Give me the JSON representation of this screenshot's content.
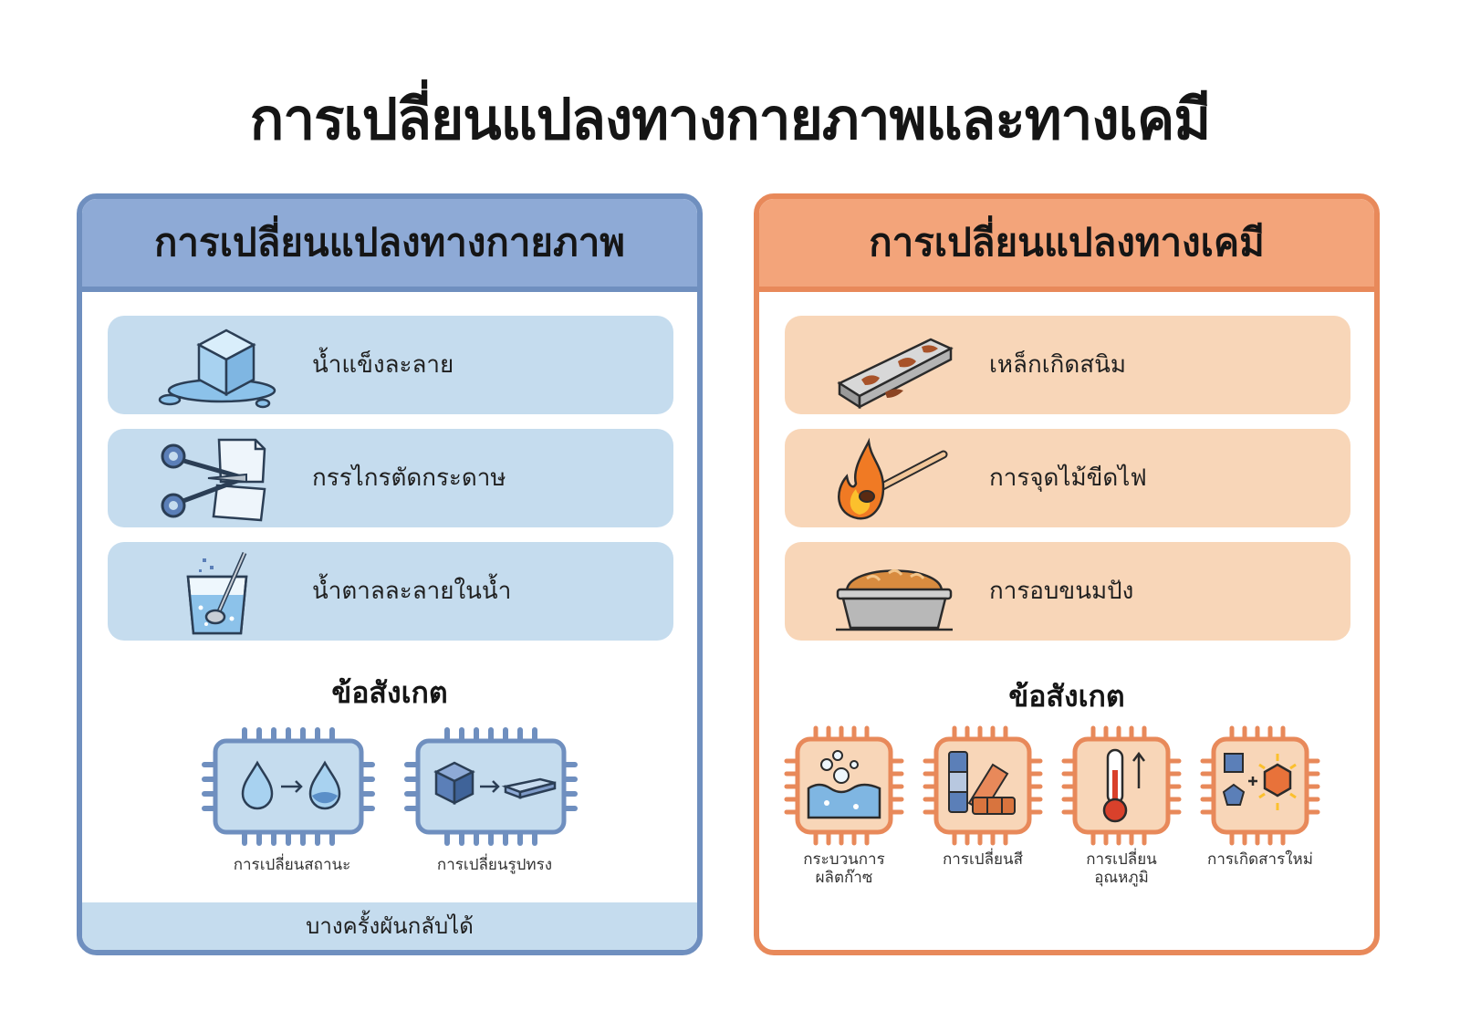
{
  "title": "การเปลี่ยนแปลงทางกายภาพและทางเคมี",
  "physical": {
    "heading": "การเปลี่ยนแปลงทางกายภาพ",
    "examples": [
      {
        "label": "น้ำแข็งละลาย",
        "icon": "ice-melting-icon"
      },
      {
        "label": "กรรไกรตัดกระดาษ",
        "icon": "scissors-cutting-paper-icon"
      },
      {
        "label": "น้ำตาลละลายในน้ำ",
        "icon": "sugar-dissolving-icon"
      }
    ],
    "observation_title": "ข้อสังเกต",
    "observations": [
      {
        "label": "การเปลี่ยนสถานะ",
        "icon": "state-change-icon"
      },
      {
        "label": "การเปลี่ยนรูปทรง",
        "icon": "shape-change-icon"
      }
    ],
    "footer": "บางครั้งผันกลับได้"
  },
  "chemical": {
    "heading": "การเปลี่ยนแปลงทางเคมี",
    "examples": [
      {
        "label": "เหล็กเกิดสนิม",
        "icon": "rusty-iron-icon"
      },
      {
        "label": "การจุดไม้ขีดไฟ",
        "icon": "burning-match-icon"
      },
      {
        "label": "การอบขนมปัง",
        "icon": "baking-bread-icon"
      }
    ],
    "observation_title": "ข้อสังเกต",
    "observations": [
      {
        "label": "กระบวนการ\nผลิตก๊าซ",
        "icon": "gas-bubbles-icon"
      },
      {
        "label": "การเปลี่ยนสี",
        "icon": "color-swatch-icon"
      },
      {
        "label": "การเปลี่ยน\nอุณหภูมิ",
        "icon": "thermometer-icon"
      },
      {
        "label": "การเกิดสารใหม่",
        "icon": "new-substance-icon"
      }
    ]
  },
  "colors": {
    "physical_accent": "#6f8fbf",
    "physical_header": "#8eaad6",
    "physical_card": "#c5dcee",
    "chemical_accent": "#e8895a",
    "chemical_header": "#f3a47a",
    "chemical_card": "#f8d6b8"
  }
}
